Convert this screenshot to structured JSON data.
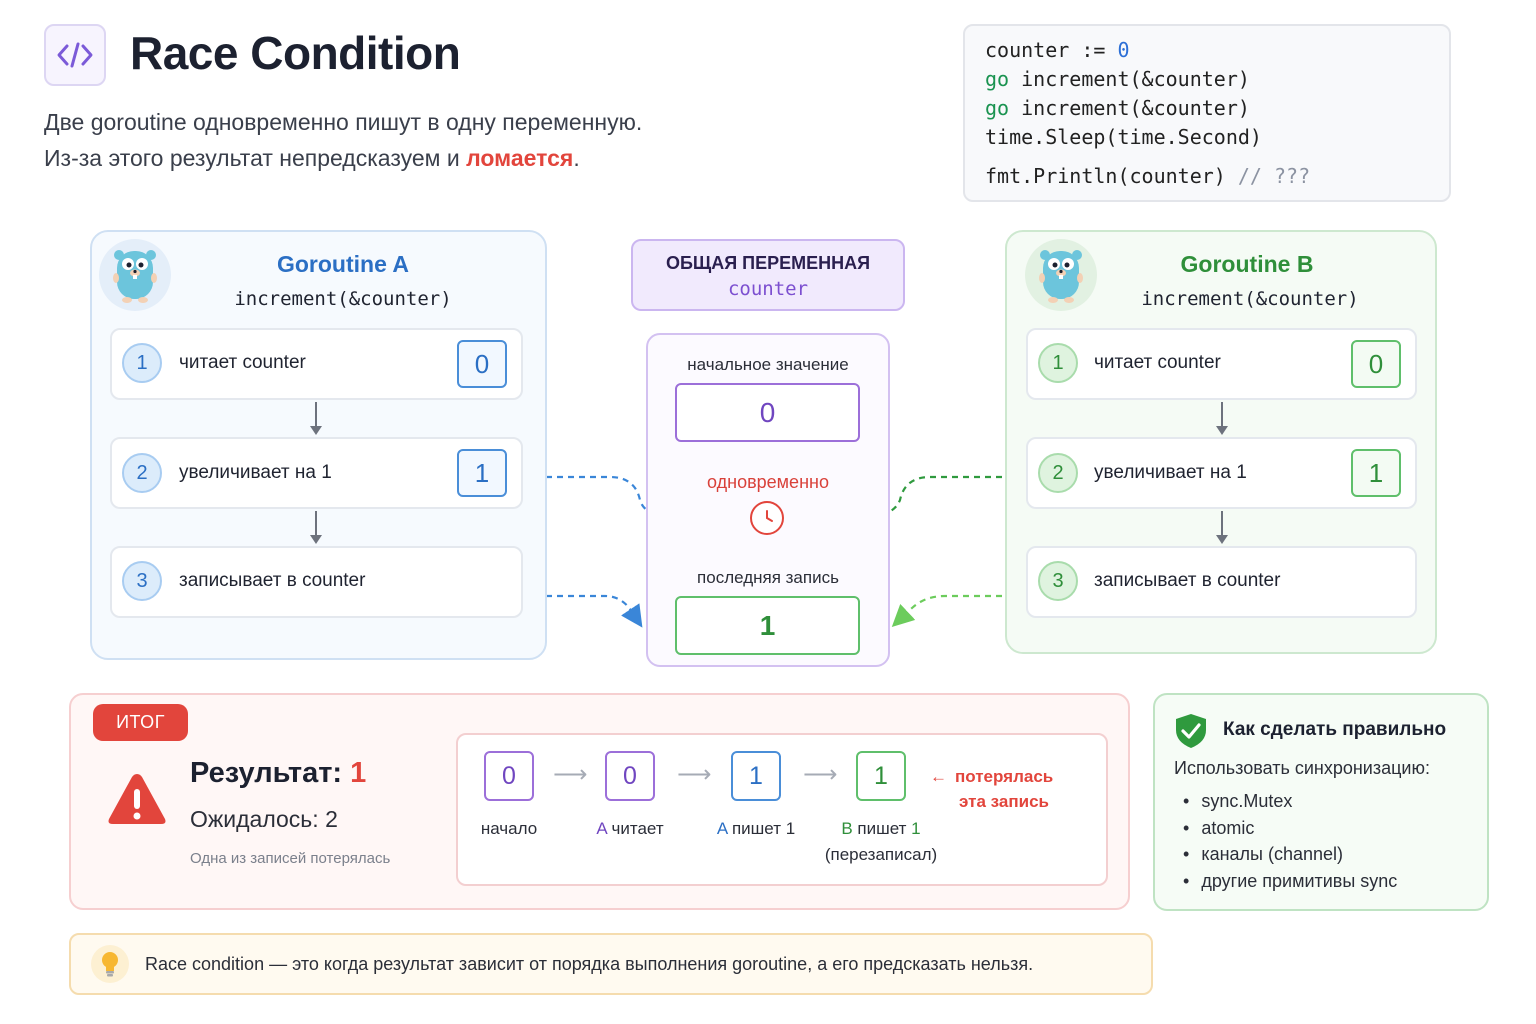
{
  "header": {
    "title": "Race Condition",
    "subtitle_line1": "Две goroutine одновременно пишут в одну переменную.",
    "subtitle_line2_prefix": "Из-за этого результат непредсказуем и ",
    "subtitle_line2_highlight": "ломается",
    "subtitle_line2_suffix": "."
  },
  "code": {
    "line1_var": "counter := ",
    "line1_num": "0",
    "line2_kw": "go",
    "line2_rest": " increment(&counter)",
    "line3_kw": "go",
    "line3_rest": " increment(&counter)",
    "line4": "time.Sleep(time.Second)",
    "line5_code": "fmt.Println(counter) ",
    "line5_comment": "// ???"
  },
  "goroutine_a": {
    "title": "Goroutine A",
    "call": "increment(&counter)",
    "steps": [
      {
        "num": "1",
        "text": "читает counter",
        "value": "0"
      },
      {
        "num": "2",
        "text": "увеличивает на 1",
        "value": "1"
      },
      {
        "num": "3",
        "text": "записывает в counter"
      }
    ]
  },
  "goroutine_b": {
    "title": "Goroutine B",
    "call": "increment(&counter)",
    "steps": [
      {
        "num": "1",
        "text": "читает counter",
        "value": "0"
      },
      {
        "num": "2",
        "text": "увеличивает на 1",
        "value": "1"
      },
      {
        "num": "3",
        "text": "записывает в counter"
      }
    ]
  },
  "shared": {
    "label": "ОБЩАЯ ПЕРЕМЕННАЯ",
    "var_name": "counter",
    "initial_label": "начальное значение",
    "initial_value": "0",
    "simultaneous": "одновременно",
    "last_label": "последняя запись",
    "last_value": "1"
  },
  "result": {
    "badge": "ИТОГ",
    "title_label": "Результат: ",
    "title_value": "1",
    "expected": "Ожидалось: 2",
    "note": "Одна из записей потерялась",
    "sequence": [
      {
        "value": "0",
        "caption_plain": "начало"
      },
      {
        "value": "0",
        "caption_colored": "A",
        "caption_plain": " читает"
      },
      {
        "value": "1",
        "caption_colored": "A",
        "caption_plain": " пишет 1"
      },
      {
        "value": "1",
        "caption_colored": "B",
        "caption_plain": " пишет ",
        "caption_colored2": "1",
        "caption_line2": "(перезаписал)"
      }
    ],
    "lost_arrow": "←",
    "lost_line1": "потерялась",
    "lost_line2": "эта запись"
  },
  "correct": {
    "title": "Как сделать правильно",
    "subtitle": "Использовать синхронизацию:",
    "items": [
      "sync.Mutex",
      "atomic",
      "каналы (channel)",
      "другие примитивы sync"
    ]
  },
  "footer": {
    "text": "Race condition — это когда результат зависит от порядка выполнения goroutine, а его предсказать нельзя."
  },
  "colors": {
    "blue": "#2b6fc4",
    "green": "#2f8f3a",
    "purple": "#7046c0",
    "red": "#e2453c"
  },
  "icons": [
    "code-icon",
    "gopher-icon",
    "clock-icon",
    "warning-icon",
    "shield-check-icon",
    "lightbulb-icon"
  ]
}
